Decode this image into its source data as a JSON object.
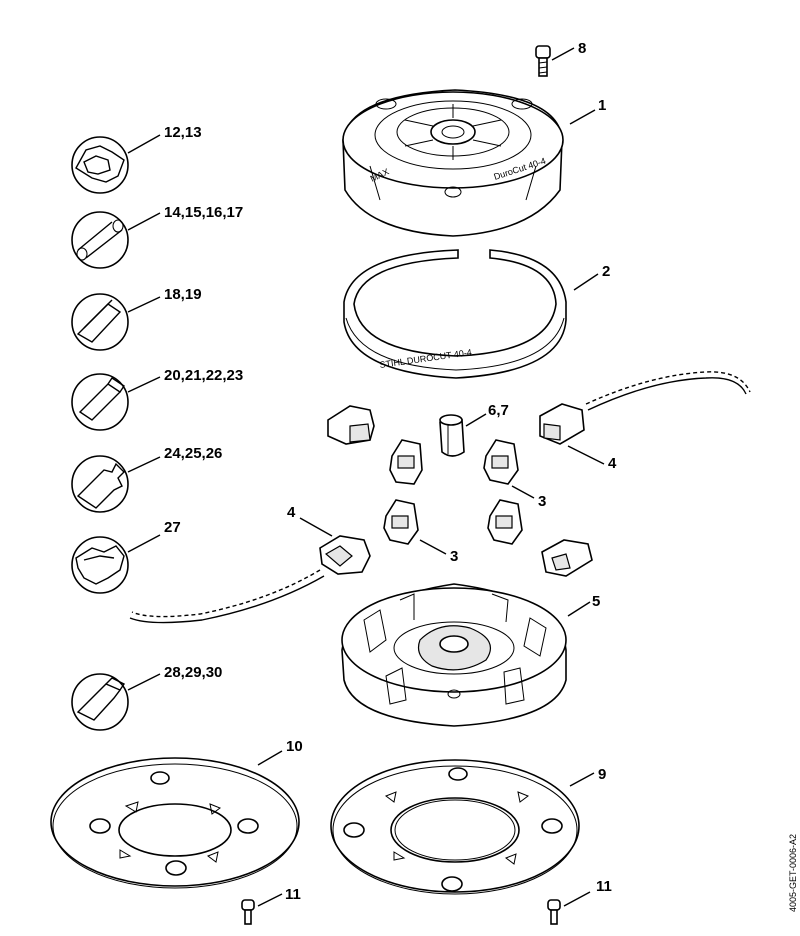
{
  "drawing_id": "4005-GET-0006-A2",
  "ring_text": "STIHL DUROCUT 40-4",
  "cap_text": "DuroCut 40-4",
  "cap_max": "MAX",
  "labels": {
    "p1": "1",
    "p2": "2",
    "p3a": "3",
    "p3b": "3",
    "p4a": "4",
    "p4b": "4",
    "p5": "5",
    "p67": "6,7",
    "p8": "8",
    "p9": "9",
    "p10": "10",
    "p11a": "11",
    "p11b": "11",
    "l1213": "12,13",
    "l1417": "14,15,16,17",
    "l1819": "18,19",
    "l2023": "20,21,22,23",
    "l2426": "24,25,26",
    "l27": "27",
    "l2830": "28,29,30"
  }
}
